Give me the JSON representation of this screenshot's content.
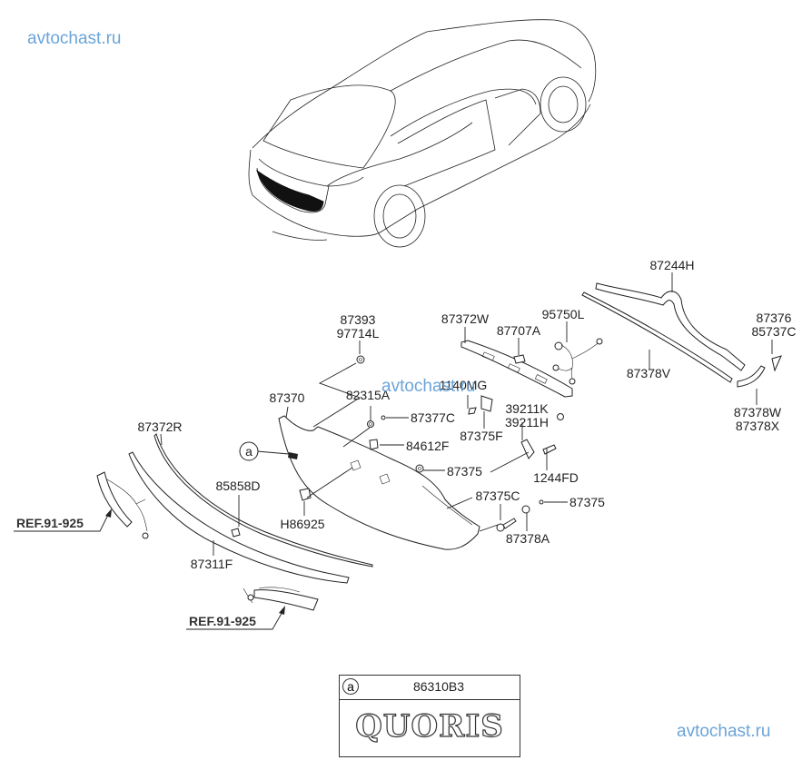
{
  "watermarks": [
    "avtochast.ru",
    "avtochast.ru",
    "avtochast.ru"
  ],
  "callout_marker": "a",
  "labels": {
    "p87244H": "87244H",
    "p87376": "87376",
    "p85737C": "85737C",
    "p87378V": "87378V",
    "p87378W": "87378W",
    "p87378X": "87378X",
    "p95750L": "95750L",
    "p87372W": "87372W",
    "p87707A": "87707A",
    "p87393": "87393",
    "p97714L": "97714L",
    "p1140MG": "1140MG",
    "p82315A": "82315A",
    "p87370": "87370",
    "p87377C": "87377C",
    "p87375F": "87375F",
    "p39211K": "39211K",
    "p39211H": "39211H",
    "p84612F": "84612F",
    "p87375a": "87375",
    "p87375b": "87375",
    "p1244FD": "1244FD",
    "p87375C": "87375C",
    "p87378A": "87378A",
    "p87372R": "87372R",
    "p85858D": "85858D",
    "pH86925": "H86925",
    "p87311F": "87311F",
    "ref1": "REF.91-925",
    "ref2": "REF.91-925"
  },
  "emblem": {
    "marker": "a",
    "part_number": "86310B3",
    "wordmark": "QUORIS"
  }
}
